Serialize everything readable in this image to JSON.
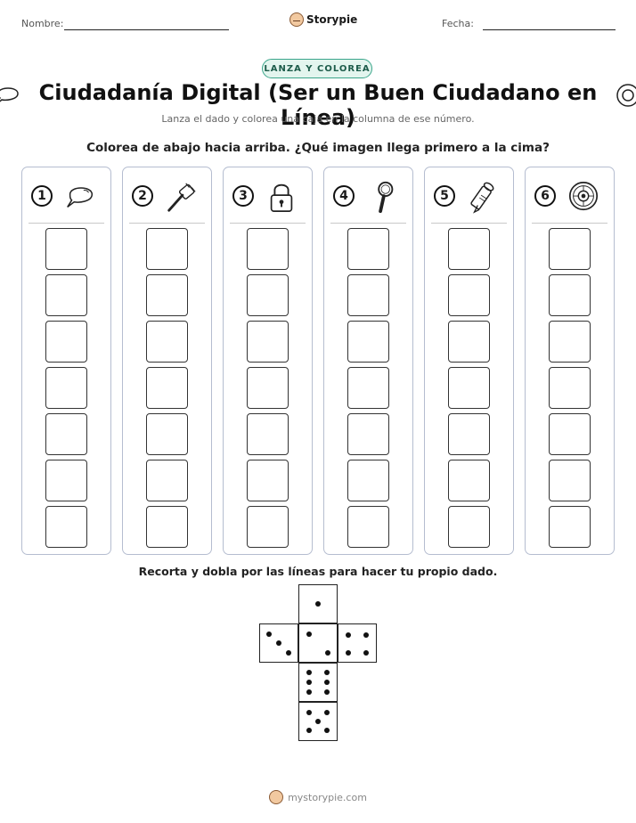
{
  "header": {
    "name_label": "Nombre:",
    "date_label": "Fecha:",
    "brand": "Storypie"
  },
  "badge": "LANZA Y COLOREA",
  "title": "Ciudadanía Digital (Ser un Buen Ciudadano en Línea)",
  "subtitle": "Lanza el dado y colorea una caja en la columna de ese número.",
  "instruction": "Colorea de abajo hacia arriba. ¿Qué imagen llega primero a la cima?",
  "columns": [
    {
      "number": "1",
      "icon": "speech-bubble-icon"
    },
    {
      "number": "2",
      "icon": "brush-icon"
    },
    {
      "number": "3",
      "icon": "padlock-icon"
    },
    {
      "number": "4",
      "icon": "magnifying-glass-icon"
    },
    {
      "number": "5",
      "icon": "scroll-icon"
    },
    {
      "number": "6",
      "icon": "shield-icon"
    }
  ],
  "boxes_per_column": 7,
  "cut_instruction": "Recorta y dobla por las líneas para hacer tu propio dado.",
  "footer": "mystorypie.com"
}
